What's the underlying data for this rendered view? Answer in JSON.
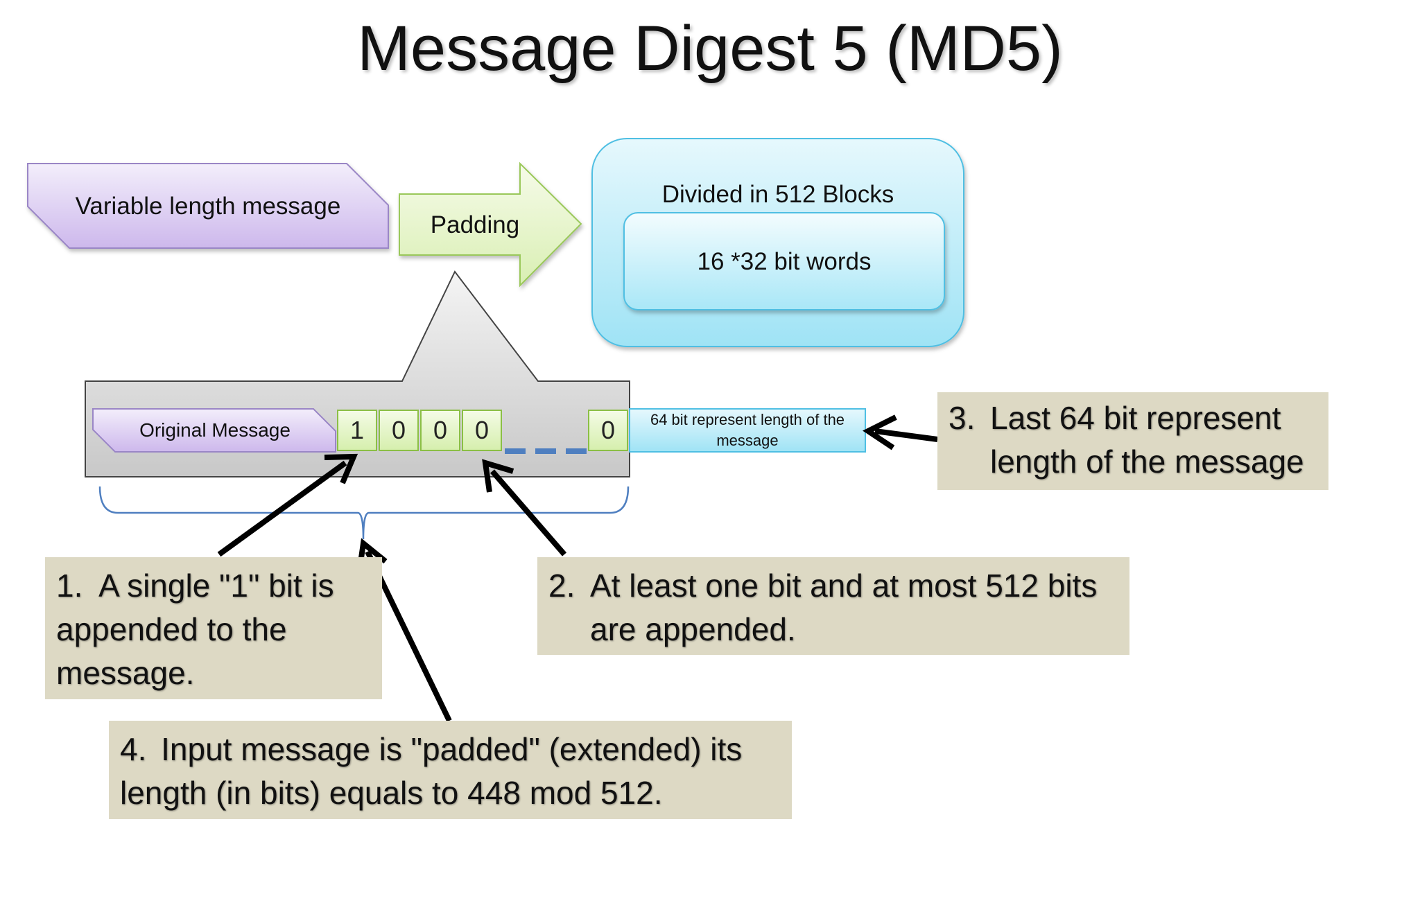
{
  "title": "Message Digest 5 (MD5)",
  "flow": {
    "variable_message": "Variable length message",
    "padding": "Padding",
    "blocks_title": "Divided in 512 Blocks",
    "words": "16 *32 bit words"
  },
  "padded_message": {
    "original": "Original Message",
    "bits": [
      "1",
      "0",
      "0",
      "0"
    ],
    "last_bit": "0",
    "length_field": "64 bit represent length of the message"
  },
  "notes": {
    "n1": {
      "num": "1.",
      "text": "A single \"1\" bit is appended to the message."
    },
    "n2": {
      "num": "2.",
      "text": "At least one bit and at most 512 bits are appended."
    },
    "n3": {
      "num": "3.",
      "text": "Last 64 bit represent length of the message"
    },
    "n4": {
      "num": "4.",
      "text": "Input message is \"padded\" (extended) its length (in bits) equals to 448 mod 512."
    }
  },
  "colors": {
    "purple": "#d7c6f0",
    "green": "#e6f5c8",
    "cyan": "#a9e6f6",
    "note_bg": "#ddd9c4",
    "dash": "#4f7fc0"
  }
}
